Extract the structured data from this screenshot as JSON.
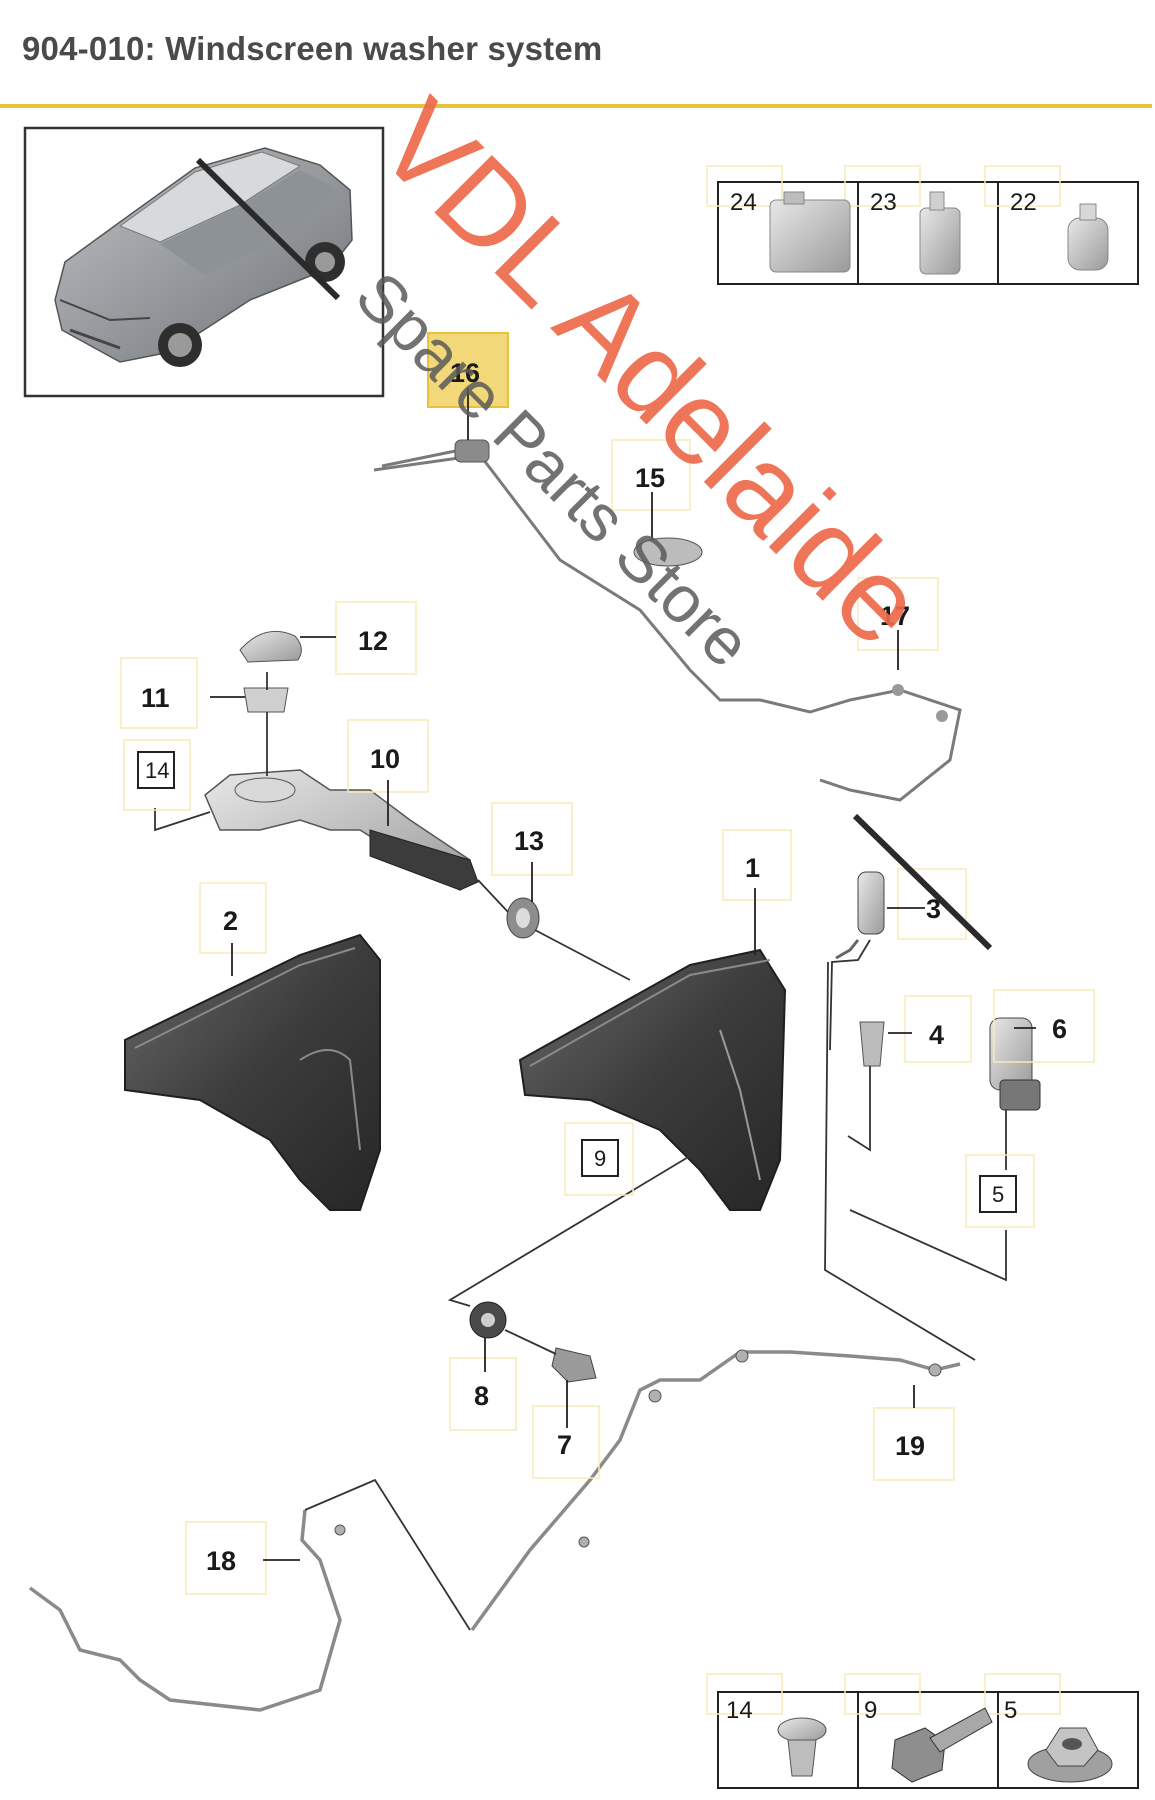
{
  "page": {
    "title": "904-010: Windscreen washer system"
  },
  "callouts": [
    "16",
    "15",
    "17",
    "12",
    "11",
    "10",
    "13",
    "1",
    "2",
    "3",
    "4",
    "6",
    "18",
    "8",
    "7",
    "19"
  ],
  "boxed_callouts": [
    "14",
    "9",
    "5"
  ],
  "legend_top": [
    {
      "number": "24",
      "icon": "fluid-canister-icon"
    },
    {
      "number": "23",
      "icon": "fluid-bottle-icon"
    },
    {
      "number": "22",
      "icon": "small-bottle-icon"
    }
  ],
  "legend_bottom": [
    {
      "number": "14",
      "icon": "clip-rivet-icon"
    },
    {
      "number": "9",
      "icon": "hex-bolt-icon"
    },
    {
      "number": "5",
      "icon": "flange-nut-icon"
    }
  ],
  "watermark": {
    "line1": "VDL Adelaide",
    "line2": "Spare Parts Store"
  },
  "colors": {
    "accent_rule": "#e8c33a",
    "highlight": "#f2d878",
    "watermark": "#ee6a4c"
  }
}
